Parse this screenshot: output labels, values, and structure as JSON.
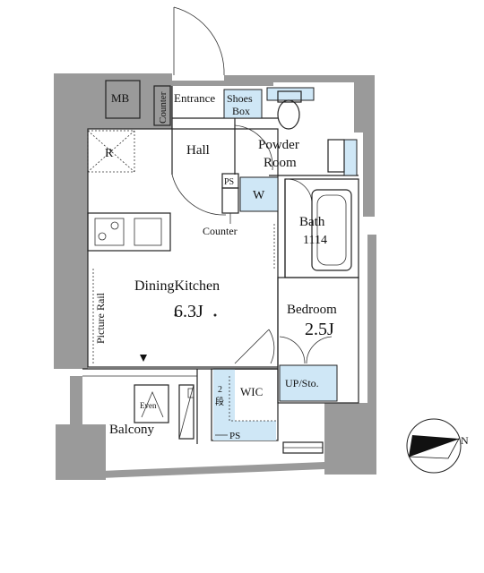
{
  "rooms": {
    "mb": "MB",
    "counter_top": "Counter",
    "entrance": "Entrance",
    "shoes_box_1": "Shoes",
    "shoes_box_2": "Box",
    "hall": "Hall",
    "powder_room_1": "Powder",
    "powder_room_2": "Room",
    "refrigerator": "R",
    "ps_top": "PS",
    "washer": "W",
    "counter_mid": "Counter",
    "bath": "Bath",
    "bath_size": "1114",
    "dining_kitchen": "DiningKitchen",
    "dk_size": "6.3J",
    "picture_rail": "Picture Rail",
    "bedroom": "Bedroom",
    "bedroom_size": "2.5J",
    "wic": "WIC",
    "up_sto": "UP/Sto.",
    "shelf_2": "2",
    "shelf_dan": "段",
    "ps_bottom": "PS",
    "even": "Even",
    "balcony": "Balcony"
  },
  "compass": {
    "north": "N"
  },
  "colors": {
    "wall": "#9a9a9a",
    "storage": "#cfe7f6",
    "line": "#222222"
  }
}
